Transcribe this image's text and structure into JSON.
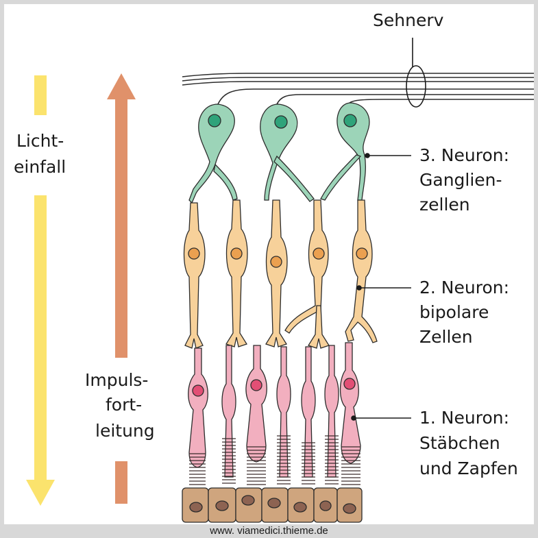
{
  "labels": {
    "optic_nerve": "Sehnerv",
    "light_line1": "Licht-",
    "light_line2": "einfall",
    "impulse_line1": "Impuls-",
    "impulse_line2": "fort-",
    "impulse_line3": "leitung",
    "neuron3_title": "3. Neuron:",
    "neuron3_line2": "Ganglien-",
    "neuron3_line3": "zellen",
    "neuron2_title": "2. Neuron:",
    "neuron2_line2": "bipolare",
    "neuron2_line3": "Zellen",
    "neuron1_title": "1. Neuron:",
    "neuron1_line2": "Stäbchen",
    "neuron1_line3": "und Zapfen"
  },
  "credit": "www. viamedici.thieme.de",
  "colors": {
    "light_arrow": "#fbe36d",
    "impulse_arrow": "#e0916a",
    "ganglion_cell": "#9cd4b8",
    "ganglion_nucleus": "#2fa37a",
    "bipolar_cell": "#f7d19a",
    "bipolar_nucleus": "#eba050",
    "photoreceptor": "#f2afbf",
    "photoreceptor_nucleus": "#e24f75",
    "pigment_epithelium": "#cfa57e",
    "pigment_nucleus": "#8d6352"
  }
}
